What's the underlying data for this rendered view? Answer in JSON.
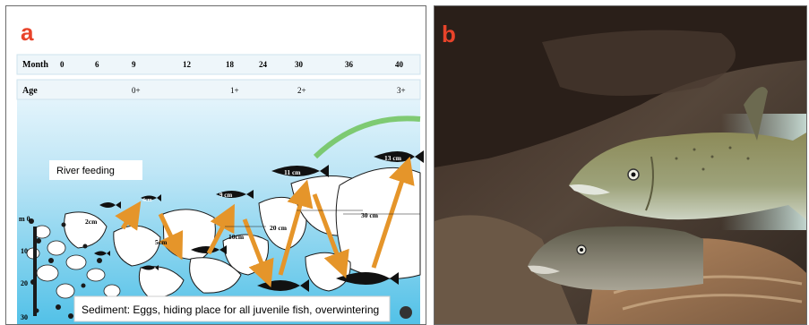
{
  "panel_a": {
    "letter": "a",
    "month_label": "Month",
    "months": [
      "0",
      "6",
      "9",
      "12",
      "18",
      "24",
      "30",
      "36",
      "40"
    ],
    "age_label": "Age",
    "ages": [
      "0+",
      "1+",
      "2+",
      "3+"
    ],
    "depth_ticks": [
      "m 0",
      "10",
      "20",
      "30"
    ],
    "river_feeding": "River  feeding",
    "fish_sizes": [
      "2cm",
      "4cm",
      "5cm",
      "9 cm",
      "10cm",
      "11 cm",
      "13 cm",
      "20 cm",
      "30 cm"
    ],
    "sediment_caption": "Sediment:  Eggs, hiding place for all juvenile fish, overwintering",
    "colors": {
      "water": "#4cbfe6",
      "sky": "#d6eef8",
      "arrow": "#e5952a",
      "fish": "#111111",
      "letter": "#e8432a"
    }
  },
  "panel_b": {
    "letter": "b",
    "photo_subject": "two salmon under a rock"
  }
}
